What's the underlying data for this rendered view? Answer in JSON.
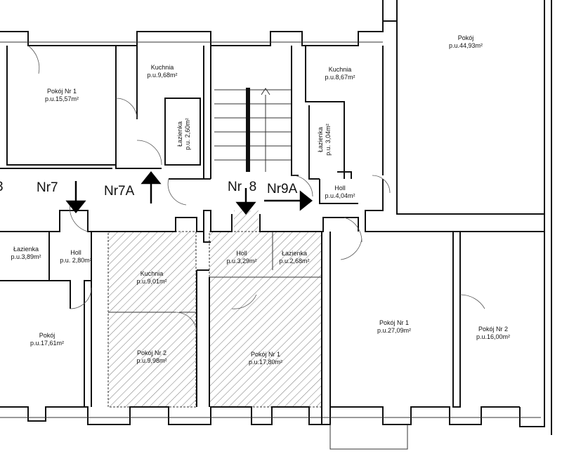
{
  "apartments": [
    {
      "id": "nr7",
      "label": "Nr7"
    },
    {
      "id": "nr7a",
      "label": "Nr7A"
    },
    {
      "id": "nr8",
      "label": "Nr  8"
    },
    {
      "id": "nr9a",
      "label": "Nr9A"
    },
    {
      "id": "edge",
      "label": "3"
    }
  ],
  "rooms": [
    {
      "id": "pokoj-nr1-tl",
      "name": "Pokój Nr 1",
      "area": "p.u.15,57m²"
    },
    {
      "id": "kuchnia-top",
      "name": "Kuchnia",
      "area": "p.u.9,68m²"
    },
    {
      "id": "lazienka-v1",
      "name": "Łazienka",
      "area": "p.u. 2,60m²"
    },
    {
      "id": "kuchnia-top2",
      "name": "Kuchnia",
      "area": "p.u.8,67m²"
    },
    {
      "id": "lazienka-v2",
      "name": "Łazienka",
      "area": "p.u. 3,04m²"
    },
    {
      "id": "holl-top",
      "name": "Holl",
      "area": "p.u.4,04m²"
    },
    {
      "id": "pokoj-big",
      "name": "Pokój",
      "area": "p.u.44,93m²"
    },
    {
      "id": "lazienka-left",
      "name": "Łazienka",
      "area": "p.u.3,89m²"
    },
    {
      "id": "holl-left",
      "name": "Holl",
      "area": "p.u.  2,80m²"
    },
    {
      "id": "pokoj-left",
      "name": "Pokój",
      "area": "p.u.17,61m²"
    },
    {
      "id": "holl-mid",
      "name": "Holl",
      "area": "p.u.3,29m²"
    },
    {
      "id": "lazienka-mid",
      "name": "Łazienka",
      "area": "p.u.2,68m²"
    },
    {
      "id": "kuchnia-mid",
      "name": "Kuchnia",
      "area": "p.u.9,01m²"
    },
    {
      "id": "pokoj-nr2-mid",
      "name": "Pokój Nr 2",
      "area": "p.u.9,98m²"
    },
    {
      "id": "pokoj-nr1-mid",
      "name": "Pokój Nr 1",
      "area": "p.u.17,80m²"
    },
    {
      "id": "pokoj-nr1-right",
      "name": "Pokój Nr 1",
      "area": "p.u.27,09m²"
    },
    {
      "id": "pokoj-nr2-right",
      "name": "Pokój Nr 2",
      "area": "p.u.16,00m²"
    }
  ]
}
